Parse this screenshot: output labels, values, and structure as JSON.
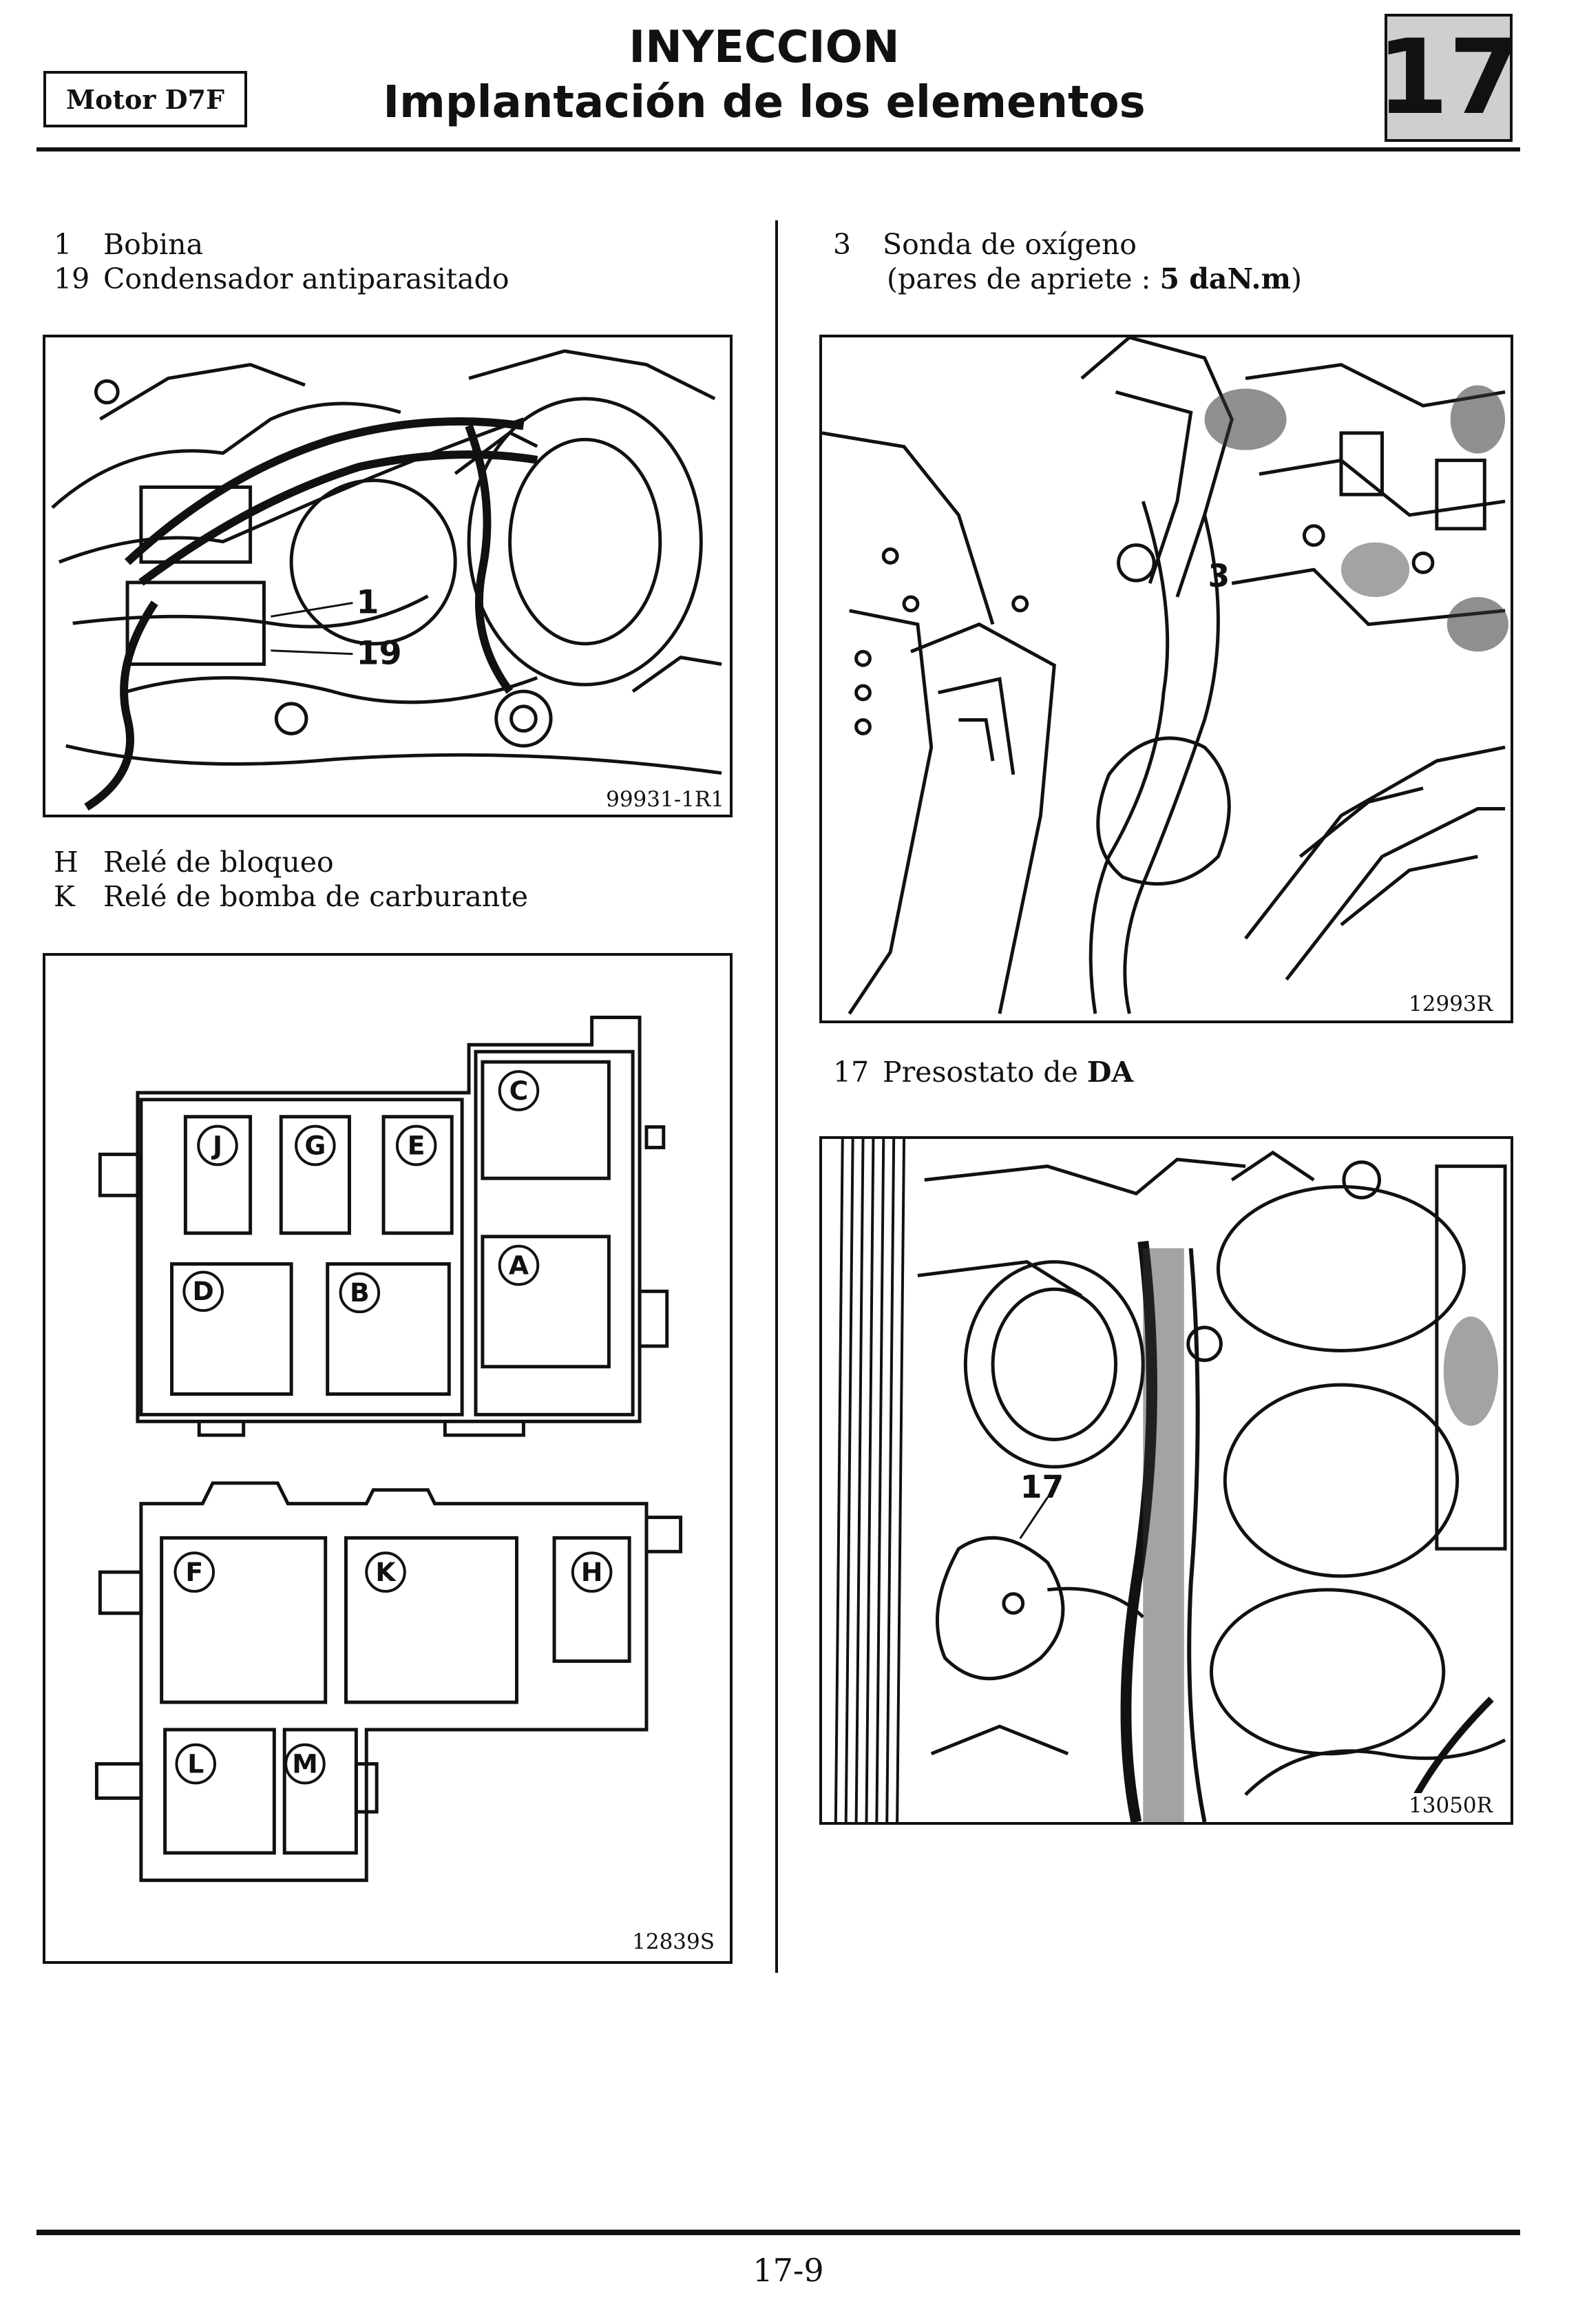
{
  "header": {
    "motor": "Motor D7F",
    "title_line1": "INYECCION",
    "title_line2": "Implantación de los elementos",
    "chapter": "17"
  },
  "left_top_caption": [
    {
      "num": "1",
      "text": "Bobina"
    },
    {
      "num": "19",
      "text": "Condensador antiparasitado"
    }
  ],
  "figure1": {
    "ref": "99931-1R1",
    "callouts": [
      "1",
      "19"
    ]
  },
  "left_mid_caption": [
    {
      "num": "H",
      "text": "Relé de bloqueo"
    },
    {
      "num": "K",
      "text": "Relé de bomba de carburante"
    }
  ],
  "figure2": {
    "ref": "12839S",
    "upper_box": [
      "J",
      "G",
      "E",
      "C",
      "D",
      "B",
      "A"
    ],
    "lower_box": [
      "F",
      "K",
      "H",
      "L",
      "M"
    ]
  },
  "right_top_caption": {
    "num": "3",
    "text": "Sonda de oxígeno",
    "sub_prefix": "(pares de apriete : ",
    "sub_value": "5 daN.m",
    "sub_suffix": ")"
  },
  "figure3": {
    "ref": "12993R",
    "callouts": [
      "3"
    ]
  },
  "right_mid_caption": {
    "num": "17",
    "text_prefix": "Presostato de ",
    "text_bold": "DA"
  },
  "figure4": {
    "ref": "13050R",
    "callouts": [
      "17"
    ]
  },
  "footer": {
    "page": "17-9"
  }
}
